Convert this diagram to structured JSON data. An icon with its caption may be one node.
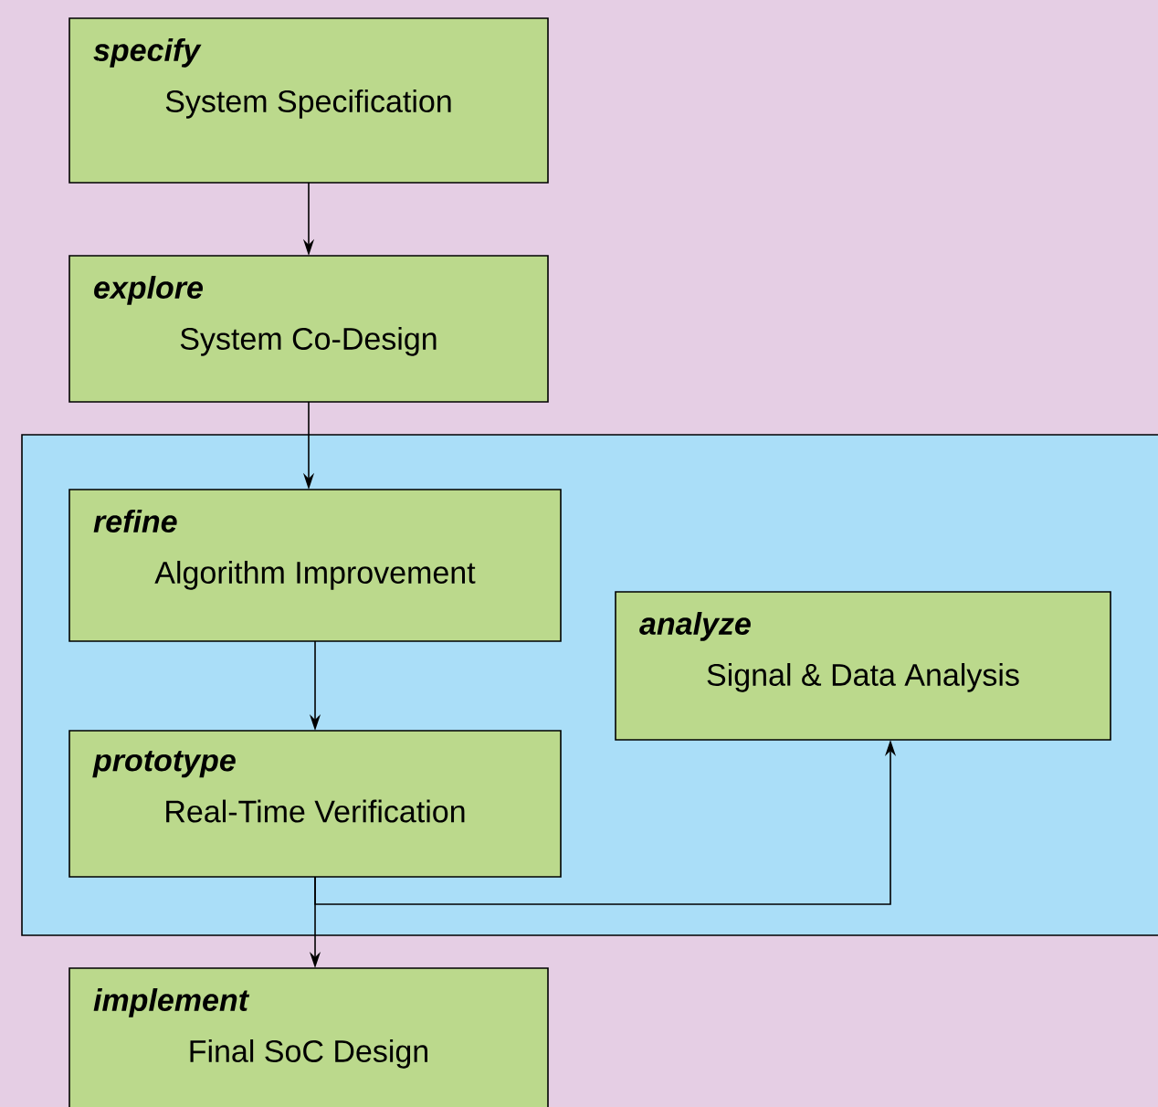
{
  "diagram": {
    "nodes": [
      {
        "text": [
          "specify",
          "System Specification"
        ]
      },
      {
        "text": [
          "explore",
          "System Co-Design"
        ]
      },
      {
        "text": [],
        "shape": "box"
      },
      {
        "text": [
          "refine",
          "Algorithm Improvement"
        ],
        "in": 2
      },
      {
        "text": [
          "analyze",
          "Signal & Data Analysis"
        ],
        "in": 2
      },
      {
        "text": [
          "prototype",
          "Real-Time Verification"
        ],
        "in": 2
      },
      {
        "text": [
          "implement",
          "Final SoC Design"
        ]
      }
    ],
    "edges": [
      {
        "from": 0,
        "to": 1,
        "arrow": "to"
      },
      {
        "from": 1,
        "to": 3,
        "arrow": "to"
      },
      {
        "from": 3,
        "to": 5,
        "arrow": "to"
      },
      {
        "from": 5,
        "to": 6,
        "arrow": "to"
      },
      {
        "from": 5,
        "to": 4,
        "arrow": "to"
      }
    ]
  }
}
